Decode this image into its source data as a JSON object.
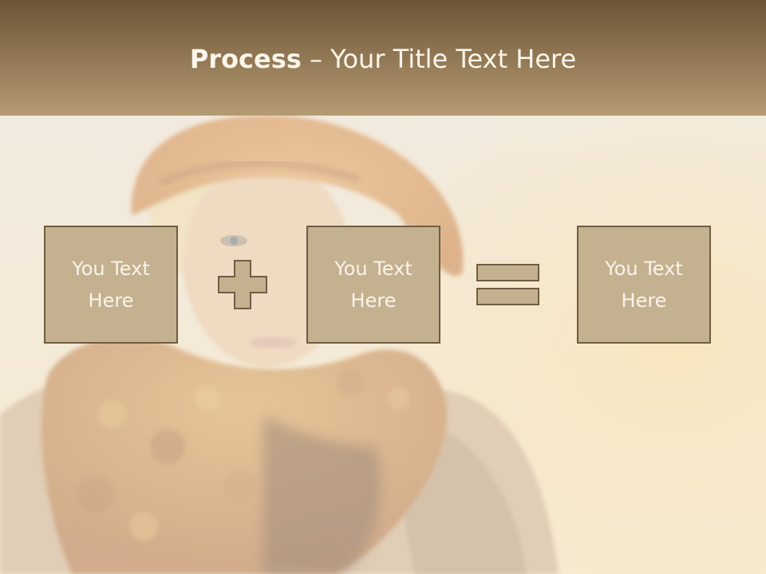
{
  "title": {
    "bold": "Process",
    "dash": " – ",
    "rest": "Your Title Text Here"
  },
  "boxes": [
    {
      "label": "You Text Here"
    },
    {
      "label": "You Text Here"
    },
    {
      "label": "You Text Here"
    }
  ],
  "operators": {
    "plus_icon": "plus-icon",
    "equals_icon": "equals-icon"
  },
  "colors": {
    "header_top": "#6b5537",
    "header_bottom": "#b49b72",
    "box_fill": "#c4b18f",
    "box_border": "#6f5d42",
    "text_light": "#f9f4ea"
  }
}
